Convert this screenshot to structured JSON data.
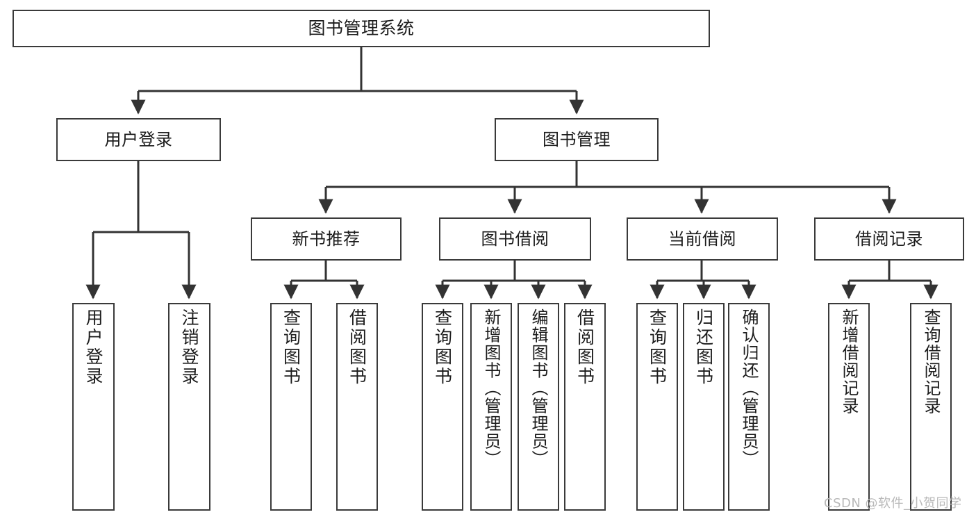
{
  "diagram": {
    "type": "tree-hierarchy-chart",
    "title": "图书管理系统",
    "orientation": "top-down",
    "colors": {
      "box_border": "#3a3a3a",
      "box_fill": "#ffffff",
      "connector": "#333333",
      "text": "#1c1c1c",
      "watermark": "#b9b9b9"
    },
    "levels": {
      "level1": [
        "图书管理系统"
      ],
      "level2": [
        "用户登录",
        "图书管理"
      ],
      "level3": [
        "新书推荐",
        "图书借阅",
        "当前借阅",
        "借阅记录"
      ],
      "level4": [
        "用户登录",
        "注销登录",
        "查询图书",
        "借阅图书",
        "查询图书",
        "新增图书（管理员）",
        "编辑图书（管理员）",
        "借阅图书",
        "查询图书",
        "归还图书",
        "确认归还（管理员）",
        "新增借阅记录",
        "查询借阅记录"
      ]
    },
    "nodes": {
      "root": {
        "label": "图书管理系统"
      },
      "user_login": {
        "label": "用户登录"
      },
      "book_manage": {
        "label": "图书管理"
      },
      "new_book_rec": {
        "label": "新书推荐"
      },
      "book_borrow": {
        "label": "图书借阅"
      },
      "current_borrow": {
        "label": "当前借阅"
      },
      "borrow_record": {
        "label": "借阅记录"
      },
      "leaf_user_login": {
        "label": "用户登录"
      },
      "leaf_user_logout": {
        "label": "注销登录"
      },
      "leaf_nbr_query": {
        "label": "查询图书"
      },
      "leaf_nbr_borrow": {
        "label": "借阅图书"
      },
      "leaf_bb_query": {
        "label": "查询图书"
      },
      "leaf_bb_add": {
        "label": "新增图书（管理员）"
      },
      "leaf_bb_edit": {
        "label": "编辑图书（管理员）"
      },
      "leaf_bb_borrow": {
        "label": "借阅图书"
      },
      "leaf_cb_query": {
        "label": "查询图书"
      },
      "leaf_cb_return": {
        "label": "归还图书"
      },
      "leaf_cb_confirm": {
        "label": "确认归还（管理员）"
      },
      "leaf_br_add": {
        "label": "新增借阅记录"
      },
      "leaf_br_query": {
        "label": "查询借阅记录"
      }
    },
    "edges": [
      {
        "from": "图书管理系统",
        "to": "用户登录"
      },
      {
        "from": "图书管理系统",
        "to": "图书管理"
      },
      {
        "from": "用户登录",
        "to": "用户登录"
      },
      {
        "from": "用户登录",
        "to": "注销登录"
      },
      {
        "from": "图书管理",
        "to": "新书推荐"
      },
      {
        "from": "图书管理",
        "to": "图书借阅"
      },
      {
        "from": "图书管理",
        "to": "当前借阅"
      },
      {
        "from": "图书管理",
        "to": "借阅记录"
      },
      {
        "from": "新书推荐",
        "to": "查询图书"
      },
      {
        "from": "新书推荐",
        "to": "借阅图书"
      },
      {
        "from": "图书借阅",
        "to": "查询图书"
      },
      {
        "from": "图书借阅",
        "to": "新增图书（管理员）"
      },
      {
        "from": "图书借阅",
        "to": "编辑图书（管理员）"
      },
      {
        "from": "图书借阅",
        "to": "借阅图书"
      },
      {
        "from": "当前借阅",
        "to": "查询图书"
      },
      {
        "from": "当前借阅",
        "to": "归还图书"
      },
      {
        "from": "当前借阅",
        "to": "确认归还（管理员）"
      },
      {
        "from": "借阅记录",
        "to": "新增借阅记录"
      },
      {
        "from": "借阅记录",
        "to": "查询借阅记录"
      }
    ]
  },
  "watermark": {
    "text": "CSDN @软件_小贺同学"
  }
}
